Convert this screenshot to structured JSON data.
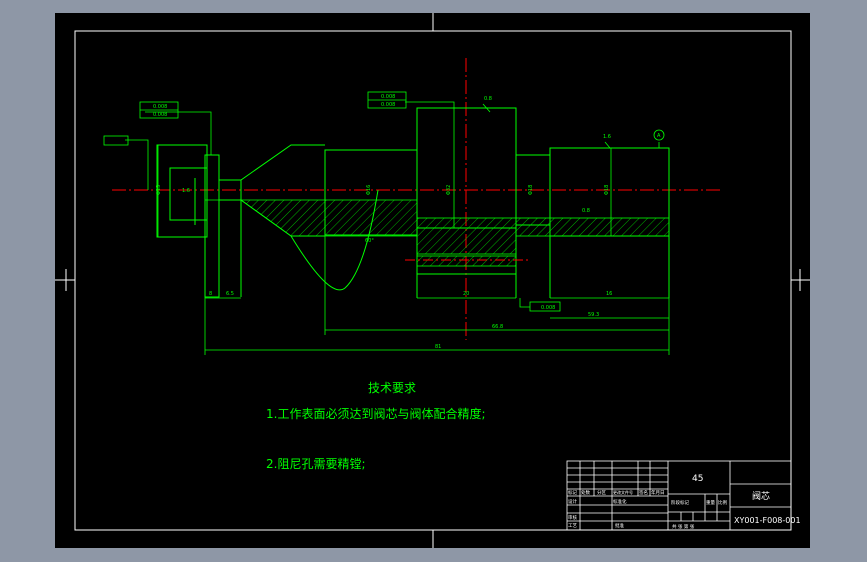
{
  "colors": {
    "frame_bg": "#8e97a6",
    "paper": "#000000",
    "border": "#ffffff",
    "part": "#00ff00",
    "centerline": "#ff0000",
    "note_text": "#00ff00",
    "title_block": "#ffffff"
  },
  "tech_requirements": {
    "heading": "技术要求",
    "item1": "1.工作表面必须达到阀芯与阀体配合精度;",
    "item2": "2.阻尼孔需要精镗;"
  },
  "title_block": {
    "material": "45",
    "part_name": "阀芯",
    "drawing_no": "XY001-F008-001",
    "labels": {
      "marker": "标记",
      "count": "处数",
      "zone": "分区",
      "change_doc": "更改文件号",
      "signature": "签名",
      "date": "年月日",
      "design": "设计",
      "review": "审核",
      "process": "工艺",
      "approve": "批准",
      "stage_mark": "阶段标记",
      "weight": "重量",
      "ratio": "比例",
      "sheet": "共 张 第 张",
      "std": "标准化"
    }
  },
  "dimensions": {
    "d_bottom_total": "81",
    "d_mid": "66.8",
    "d_right_mid": "59.3",
    "d_seg1": "8",
    "d_seg2": "6.5",
    "d_seg3": "20",
    "d_seg4": "16",
    "d_angle": "60°",
    "d_dia1": "Φ32",
    "d_dia2": "Φ18",
    "d_dia3": "Φ13",
    "d_dia4": "Φ16",
    "d_dia5": "Φ18",
    "d_small": "0.8",
    "d_small2": "1.6",
    "ra1": "0.8",
    "ra2": "1.6",
    "fc1": "0.008",
    "fc2": "0.008",
    "fc3": "0.008",
    "fc4": "0.008",
    "fc5": "0.008",
    "datum": "A"
  }
}
